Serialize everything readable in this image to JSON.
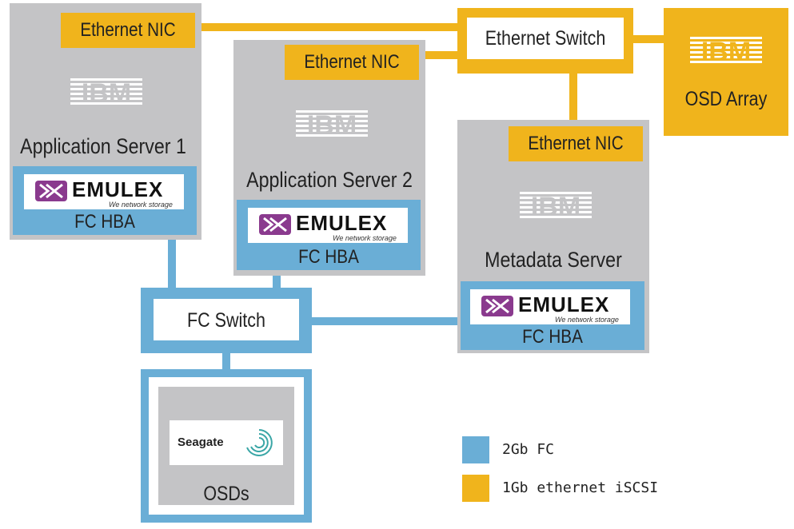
{
  "nodes": {
    "app_server_1": {
      "label": "Application Server 1",
      "nic_label": "Ethernet NIC",
      "hba_label": "FC HBA",
      "vendor": "IBM"
    },
    "app_server_2": {
      "label": "Application Server 2",
      "nic_label": "Ethernet NIC",
      "hba_label": "FC HBA",
      "vendor": "IBM"
    },
    "metadata_server": {
      "label": "Metadata Server",
      "nic_label": "Ethernet NIC",
      "hba_label": "FC HBA",
      "vendor": "IBM"
    },
    "ethernet_switch": {
      "label": "Ethernet Switch"
    },
    "osd_array": {
      "label": "OSD Array",
      "vendor": "IBM"
    },
    "fc_switch": {
      "label": "FC Switch"
    },
    "osds": {
      "label": "OSDs",
      "vendor": "Seagate"
    }
  },
  "hba_brand": {
    "name": "EMULEX",
    "tagline": "We network storage"
  },
  "logos": {
    "ibm": "IBM",
    "seagate": "Seagate"
  },
  "legend": [
    {
      "label": "2Gb FC",
      "color": "#6aaed6"
    },
    {
      "label": "1Gb ethernet iSCSI",
      "color": "#f0b41c"
    }
  ],
  "colors": {
    "fc": "#6aaed6",
    "ethernet": "#f0b41c",
    "server": "#c4c4c6"
  }
}
